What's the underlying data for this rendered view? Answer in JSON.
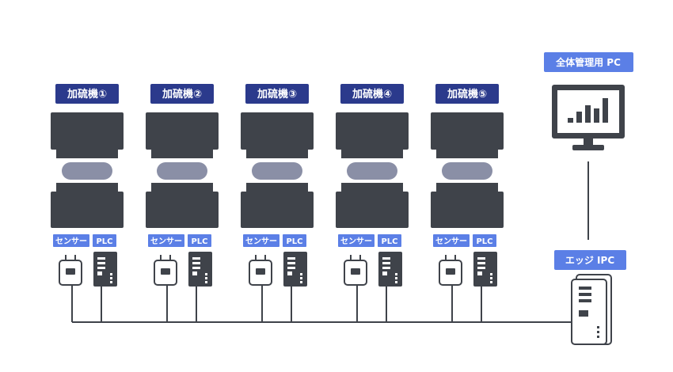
{
  "machines": [
    {
      "name": "加硫機①",
      "sensor_label": "センサー",
      "plc_label": "PLC"
    },
    {
      "name": "加硫機②",
      "sensor_label": "センサー",
      "plc_label": "PLC"
    },
    {
      "name": "加硫機③",
      "sensor_label": "センサー",
      "plc_label": "PLC"
    },
    {
      "name": "加硫機④",
      "sensor_label": "センサー",
      "plc_label": "PLC"
    },
    {
      "name": "加硫機⑤",
      "sensor_label": "センサー",
      "plc_label": "PLC"
    }
  ],
  "management_pc": {
    "label": "全体管理用 PC"
  },
  "edge_ipc": {
    "label": "エッジ IPC"
  },
  "colors": {
    "title_bg": "#2b3a8c",
    "tag_bg": "#5b7fe6",
    "machine": "#3f434a",
    "mold": "#8a8fa6"
  }
}
